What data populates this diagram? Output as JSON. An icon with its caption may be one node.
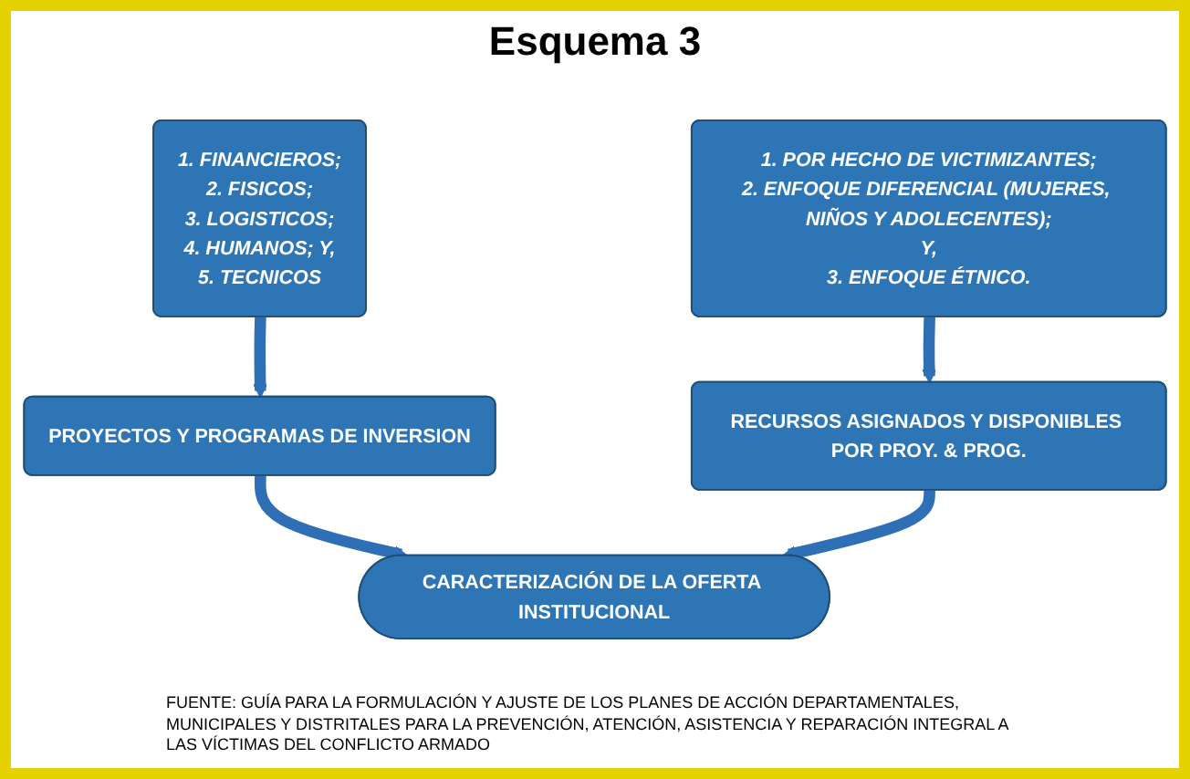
{
  "diagram": {
    "title": "Esquema 3",
    "nodes": [
      {
        "text": [
          "1. FINANCIEROS;",
          "2. FISICOS;",
          "3. LOGISTICOS;",
          "4. HUMANOS; Y,",
          "5. TECNICOS"
        ]
      },
      {
        "text": [
          "PROYECTOS Y PROGRAMAS DE INVERSION"
        ]
      },
      {
        "text": [
          "1. POR HECHO DE VICTIMIZANTES;",
          "2. ENFOQUE DIFERENCIAL (MUJERES, NIÑOS Y ADOLECENTES);",
          "Y,",
          "3. ENFOQUE ÉTNICO."
        ]
      },
      {
        "text": [
          "RECURSOS ASIGNADOS Y DISPONIBLES POR PROY. & PROG."
        ]
      },
      {
        "text": [
          "CARACTERIZACIÓN DE LA OFERTA INSTITUCIONAL"
        ]
      }
    ],
    "edges": [
      {
        "from": 0,
        "to": 1,
        "arrow": "to"
      },
      {
        "from": 2,
        "to": 3,
        "arrow": "to"
      },
      {
        "from": 1,
        "to": 4,
        "arrow": "to"
      },
      {
        "from": 3,
        "to": 4,
        "arrow": "to"
      }
    ],
    "caption": "FUENTE: GUÍA PARA LA FORMULACIÓN Y AJUSTE DE LOS PLANES DE ACCIÓN DEPARTAMENTALES, MUNICIPALES Y DISTRITALES PARA LA PREVENCIÓN, ATENCIÓN, ASISTENCIA Y REPARACIÓN INTEGRAL A LAS VÍCTIMAS DEL CONFLICTO ARMADO"
  }
}
